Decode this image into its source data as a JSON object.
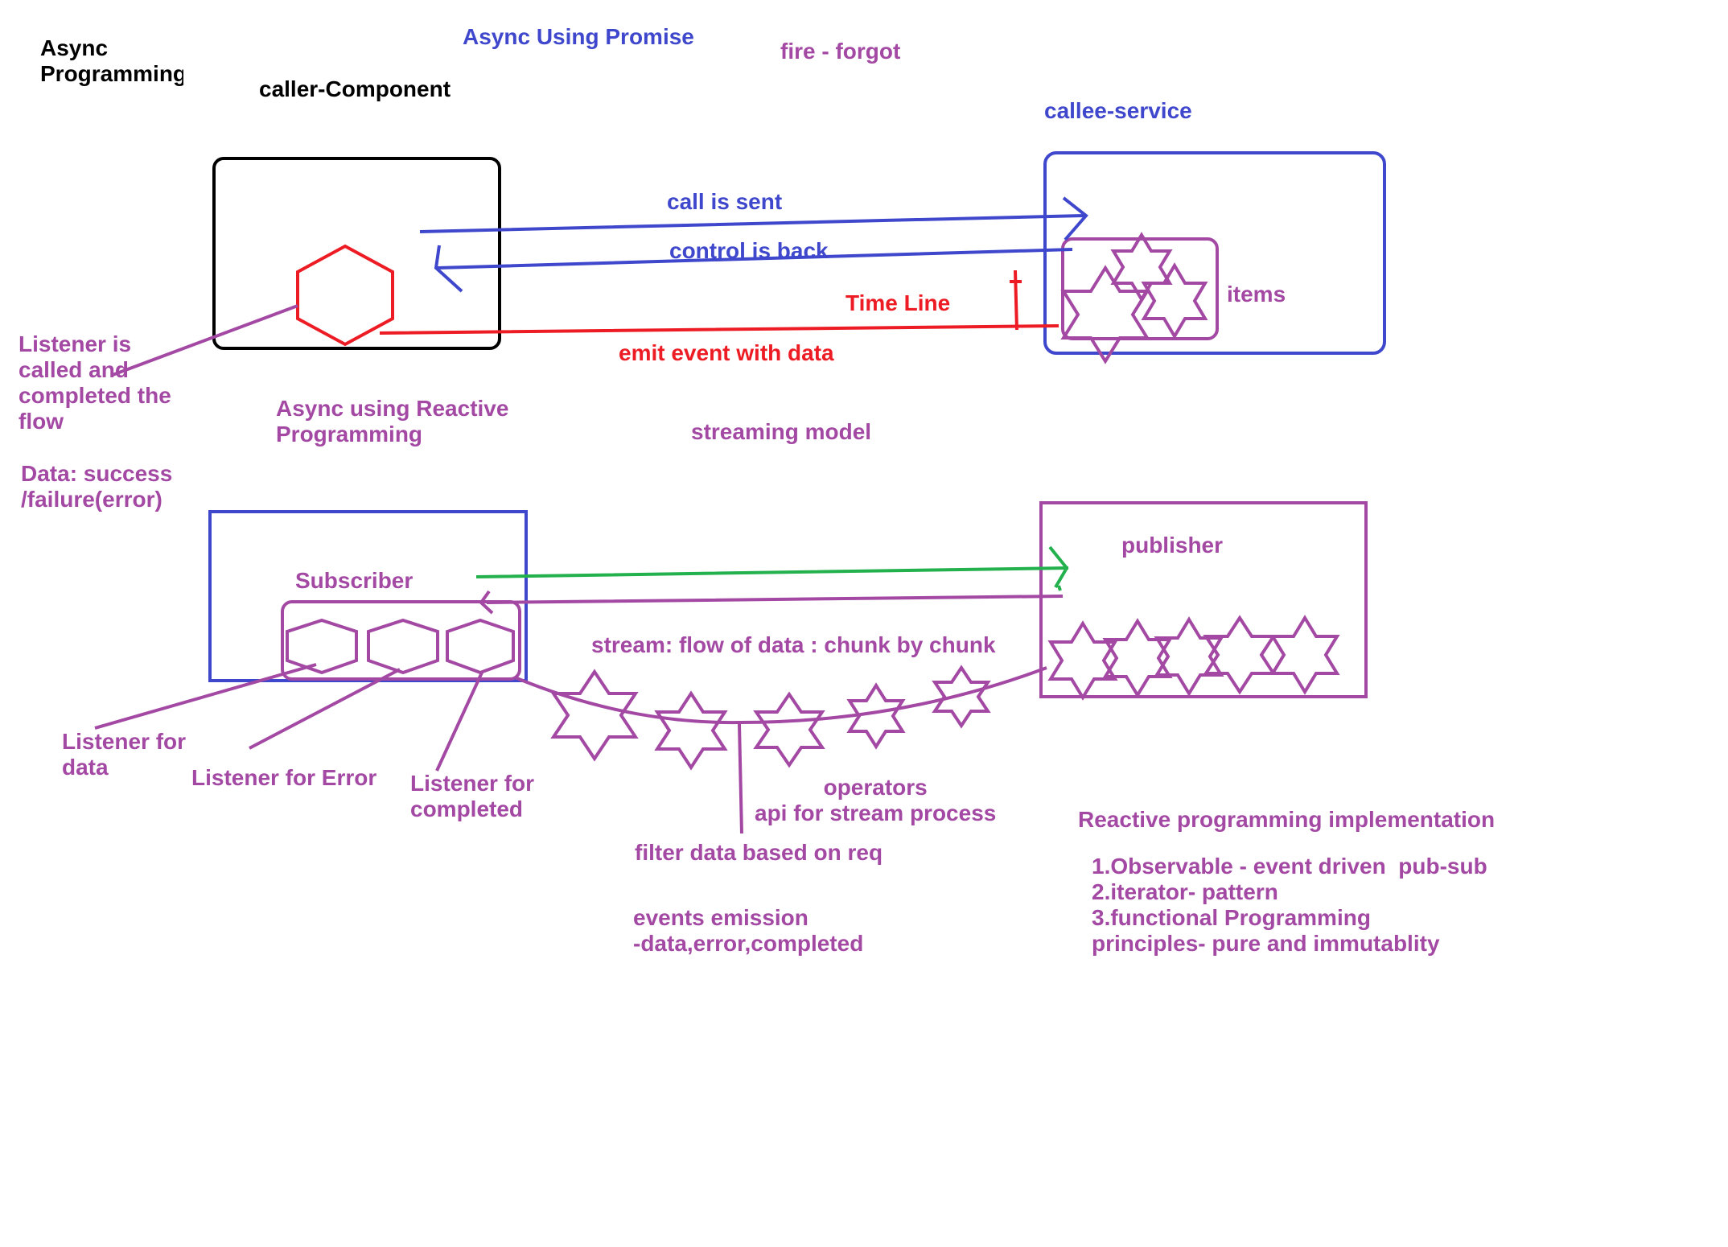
{
  "colors": {
    "black": "#000000",
    "blue": "#3f48cc",
    "purple": "#a349a4",
    "red": "#ed1c24",
    "green": "#22b14c"
  },
  "labels": {
    "async_programming": "Async\nProgramming",
    "async_using_promise": "Async Using Promise",
    "fire_forgot": "fire - forgot",
    "caller_component": "caller-Component",
    "callee_service": "callee-service",
    "call_is_sent": "call is sent",
    "control_is_back": "control is back",
    "time_line": "Time Line",
    "emit_event_with_data": "emit event with data",
    "items": "items",
    "listener_called": "Listener is\ncalled and\ncompleted the\nflow",
    "data_success_failure": "Data: success\n/failure(error)",
    "async_reactive": "Async using Reactive\nProgramming",
    "streaming_model": "streaming model",
    "subscriber": "Subscriber",
    "publisher": "publisher",
    "stream_flow": "stream: flow of data : chunk by chunk",
    "listener_for_data": "Listener for\ndata",
    "listener_for_error": "Listener for Error",
    "listener_for_completed": "Listener for\ncompleted",
    "operators": "operators\napi for stream process",
    "filter_data": "filter data based on req",
    "events_emission": "events emission\n-data,error,completed",
    "reactive_impl_title": "Reactive programming implementation",
    "reactive_impl_list": "1.Observable - event driven  pub-sub\n2.iterator- pattern\n3.functional Programming\nprinciples- pure and immutablity"
  }
}
